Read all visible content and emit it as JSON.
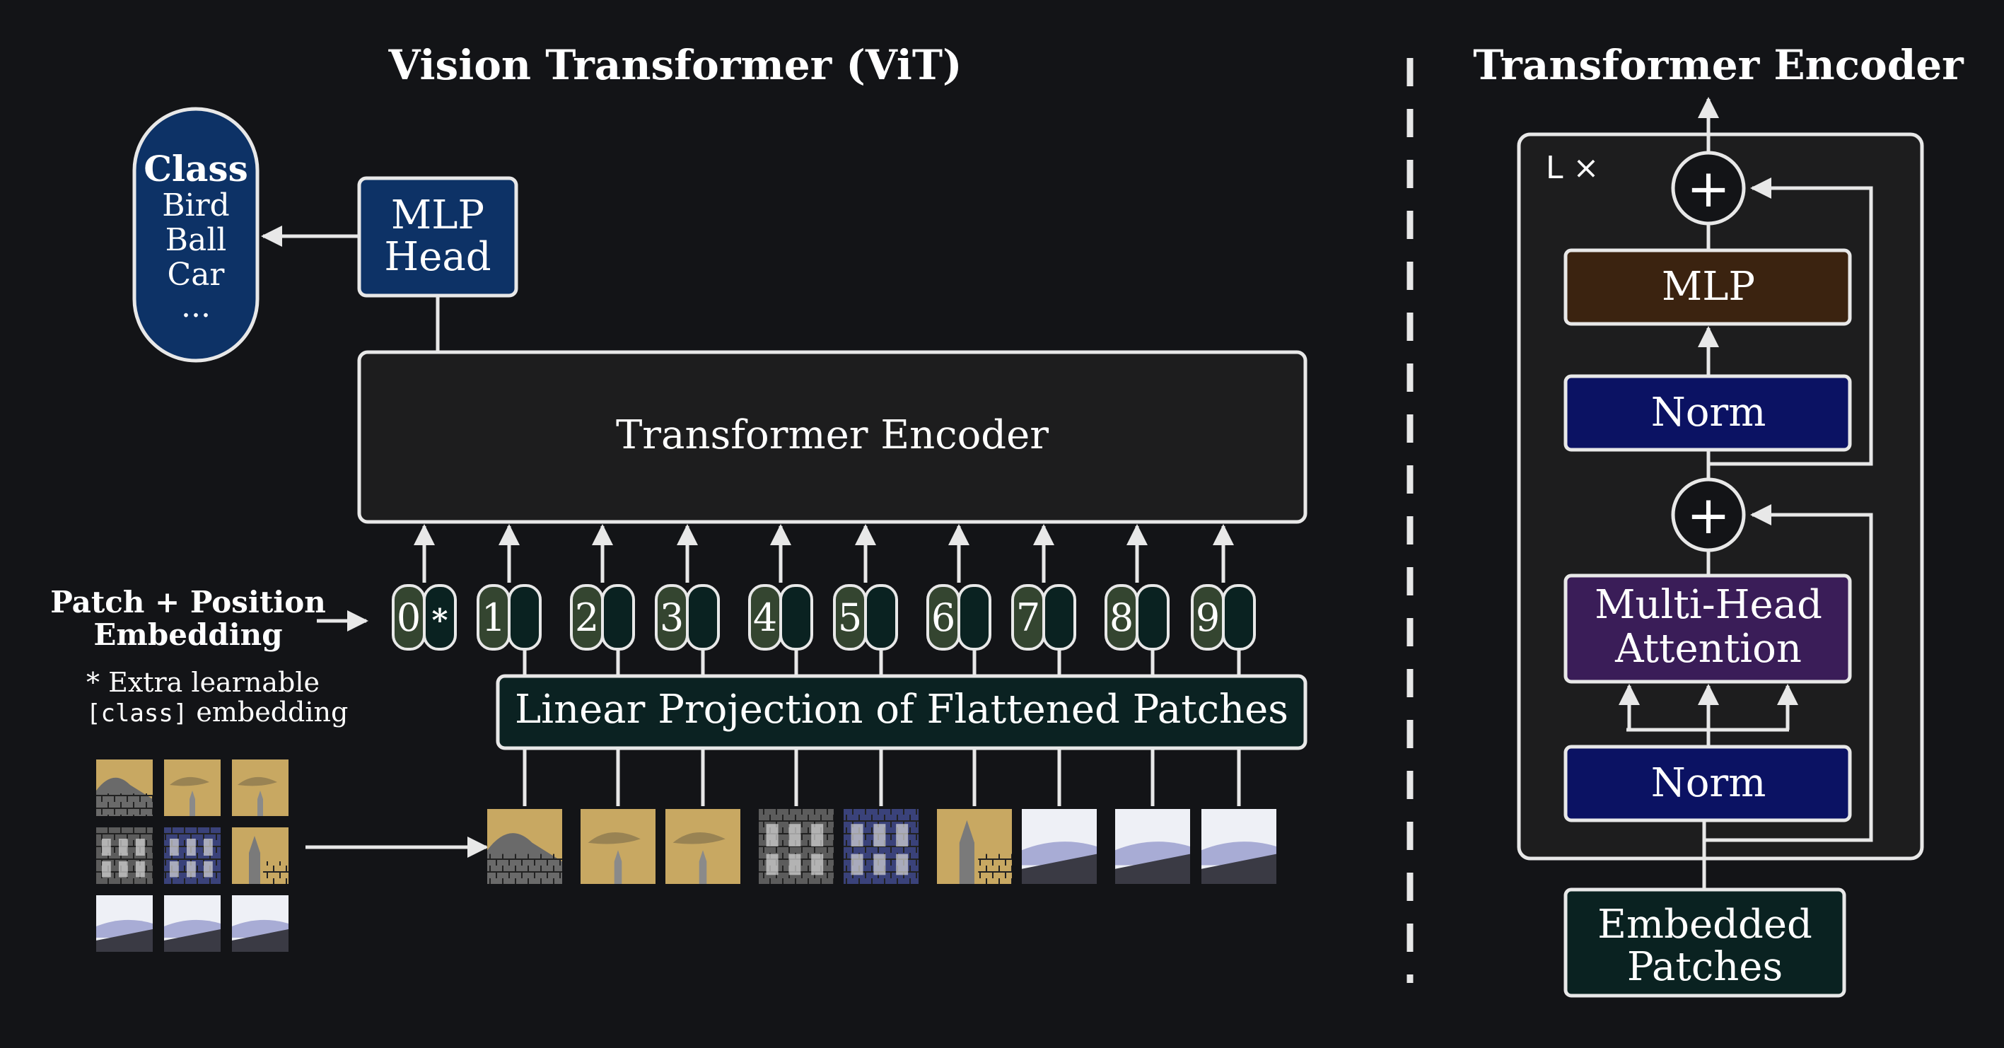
{
  "colors": {
    "background": "#131417",
    "line": "#e8e8e8",
    "head_blue": "#0d3266",
    "encoder_box": "#1d1d1e",
    "projection_teal": "#0b2222",
    "token_green": "#344530",
    "token_teal": "#0a2221",
    "mlp_brown": "#3b2310",
    "norm_navy": "#0b1263",
    "attention_purple": "#3a1d58",
    "patch_ochre": "#c8a862",
    "patch_grey": "#5c5c5c",
    "patch_navy": "#3a427a",
    "patch_white": "#eef0f6"
  },
  "left": {
    "title": "Vision Transformer (ViT)",
    "class_box": {
      "heading": "Class",
      "items": [
        "Bird",
        "Ball",
        "Car",
        "..."
      ]
    },
    "mlp_head": {
      "line1": "MLP",
      "line2": "Head"
    },
    "encoder_label": "Transformer Encoder",
    "patch_position_label": {
      "line1": "Patch + Position",
      "line2": "Embedding"
    },
    "extra_note": {
      "line1": "* Extra learnable",
      "mono": "[class]",
      "line2_rest": " embedding"
    },
    "tokens": [
      "0",
      "1",
      "2",
      "3",
      "4",
      "5",
      "6",
      "7",
      "8",
      "9"
    ],
    "class_token_marker": "*",
    "projection_label": "Linear Projection of Flattened Patches",
    "patch_tiles": [
      {
        "icon": "patch-building-icon",
        "color": "ochre"
      },
      {
        "icon": "patch-sky-icon",
        "color": "ochre"
      },
      {
        "icon": "patch-sky-icon",
        "color": "ochre"
      },
      {
        "icon": "patch-facade-icon",
        "color": "grey"
      },
      {
        "icon": "patch-facade-icon",
        "color": "navy"
      },
      {
        "icon": "patch-tower-icon",
        "color": "ochre"
      },
      {
        "icon": "patch-snow-icon",
        "color": "white"
      },
      {
        "icon": "patch-snow-icon",
        "color": "white"
      },
      {
        "icon": "patch-snow-icon",
        "color": "white"
      }
    ]
  },
  "right": {
    "title": "Transformer Encoder",
    "repeat_label": "L ×",
    "plus_symbol": "+",
    "mlp_label": "MLP",
    "norm_label": "Norm",
    "attention": {
      "line1": "Multi-Head",
      "line2": "Attention"
    },
    "embedded": {
      "line1": "Embedded",
      "line2": "Patches"
    }
  }
}
